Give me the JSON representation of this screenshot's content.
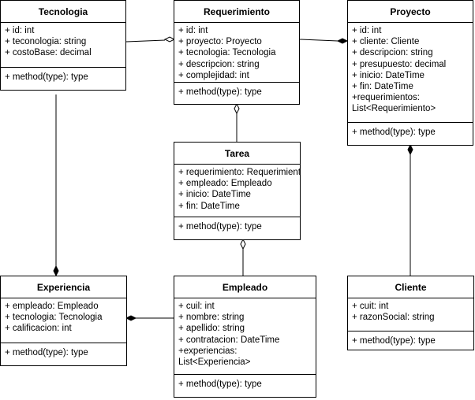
{
  "diagram": {
    "classes": [
      {
        "key": "tecnologia",
        "name": "Tecnologia",
        "attributes": [
          "+ id: int",
          "+ teconologia: string",
          "+ costoBase: decimal"
        ],
        "methods": [
          "+ method(type): type"
        ]
      },
      {
        "key": "requerimiento",
        "name": "Requerimiento",
        "attributes": [
          "+ id: int",
          "+ proyecto: Proyecto",
          "+ tecnologia: Tecnologia",
          "+ descripcion: string",
          "+ complejidad: int"
        ],
        "methods": [
          "+ method(type): type"
        ]
      },
      {
        "key": "proyecto",
        "name": "Proyecto",
        "attributes": [
          "+ id: int",
          "+ cliente: Cliente",
          "+ descripcion: string",
          "+ presupuesto: decimal",
          "+ inicio: DateTime",
          "+ fin: DateTime",
          "+requerimientos:",
          "List<Requerimiento>"
        ],
        "methods": [
          "+ method(type): type"
        ]
      },
      {
        "key": "tarea",
        "name": "Tarea",
        "attributes": [
          "+ requerimiento: Requerimiento",
          "+ empleado: Empleado",
          "+ inicio: DateTime",
          "+ fin: DateTime"
        ],
        "methods": [
          "+ method(type): type"
        ]
      },
      {
        "key": "experiencia",
        "name": "Experiencia",
        "attributes": [
          "+ empleado: Empleado",
          "+ tecnologia: Tecnologia",
          "+ calificacion: int"
        ],
        "methods": [
          "+ method(type): type"
        ]
      },
      {
        "key": "empleado",
        "name": "Empleado",
        "attributes": [
          "+ cuil: int",
          "+ nombre: string",
          "+ apellido: string",
          "+ contratacion: DateTime",
          "+experiencias:",
          "List<Experiencia>"
        ],
        "methods": [
          "+ method(type): type"
        ]
      },
      {
        "key": "cliente",
        "name": "Cliente",
        "attributes": [
          "+ cuit: int",
          "+ razonSocial: string"
        ],
        "methods": [
          "+ method(type): type"
        ]
      }
    ],
    "relations": [
      {
        "from": "requerimiento",
        "to": "tecnologia",
        "type": "aggregation",
        "diamond_at": "requerimiento"
      },
      {
        "from": "requerimiento",
        "to": "proyecto",
        "type": "composition",
        "diamond_at": "proyecto"
      },
      {
        "from": "tarea",
        "to": "requerimiento",
        "type": "aggregation",
        "diamond_at": "requerimiento"
      },
      {
        "from": "empleado",
        "to": "tarea",
        "type": "aggregation",
        "diamond_at": "tarea"
      },
      {
        "from": "tecnologia",
        "to": "experiencia",
        "type": "composition",
        "diamond_at": "experiencia"
      },
      {
        "from": "empleado",
        "to": "experiencia",
        "type": "composition",
        "diamond_at": "experiencia"
      },
      {
        "from": "cliente",
        "to": "proyecto",
        "type": "composition",
        "diamond_at": "proyecto"
      }
    ]
  }
}
